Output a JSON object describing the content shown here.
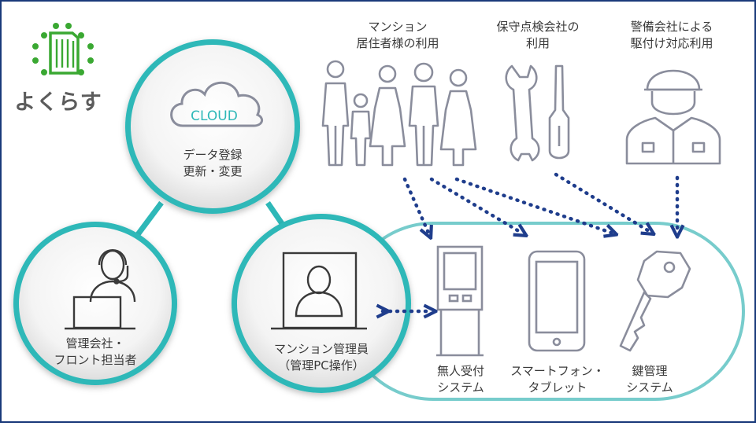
{
  "logo": {
    "text": "よくらす"
  },
  "nodes": {
    "cloud": {
      "badge": "CLOUD",
      "label": "データ登録\n更新・変更"
    },
    "admin": {
      "label": "管理会社・\nフロント担当者"
    },
    "manager": {
      "label": "マンション管理員\n（管理PC操作）"
    }
  },
  "users": {
    "residents": "マンション\n居住者様の利用",
    "maintenance": "保守点検会社の\n利用",
    "security": "警備会社による\n駆付け対応利用"
  },
  "devices": {
    "kiosk": "無人受付\nシステム",
    "phone": "スマートフォン・\nタブレット",
    "key": "鍵管理\nシステム"
  },
  "colors": {
    "teal": "#2eb8b8",
    "navy": "#1f3d8c",
    "icon_gray": "#8a8d9c",
    "logo_green": "#3aa832",
    "frame": "#1a3a7a"
  }
}
